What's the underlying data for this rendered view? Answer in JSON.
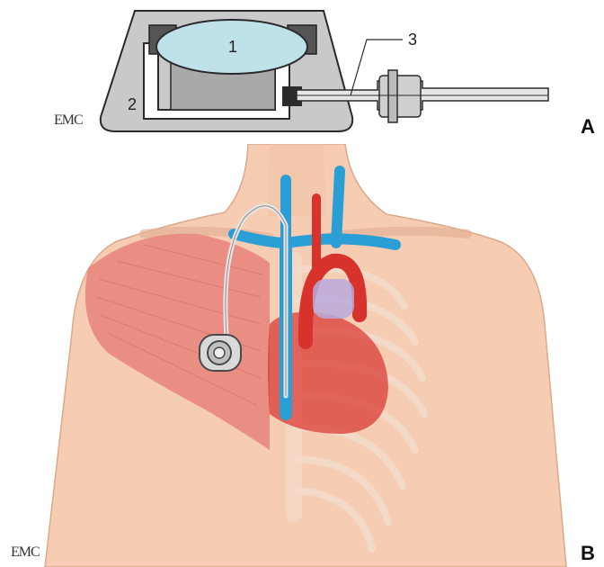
{
  "panel_a": {
    "letter": "A",
    "labels": {
      "chamber": "1",
      "housing": "2",
      "catheter": "3"
    },
    "logo": "EMC"
  },
  "panel_b": {
    "letter": "B",
    "logo": "EMC"
  },
  "colors": {
    "skin": "#f6cdb2",
    "muscle": "#e8837a",
    "vein": "#2a9fd6",
    "artery": "#d8322d",
    "housing": "#c9c9c9",
    "reservoir": "#bfe1ea"
  }
}
